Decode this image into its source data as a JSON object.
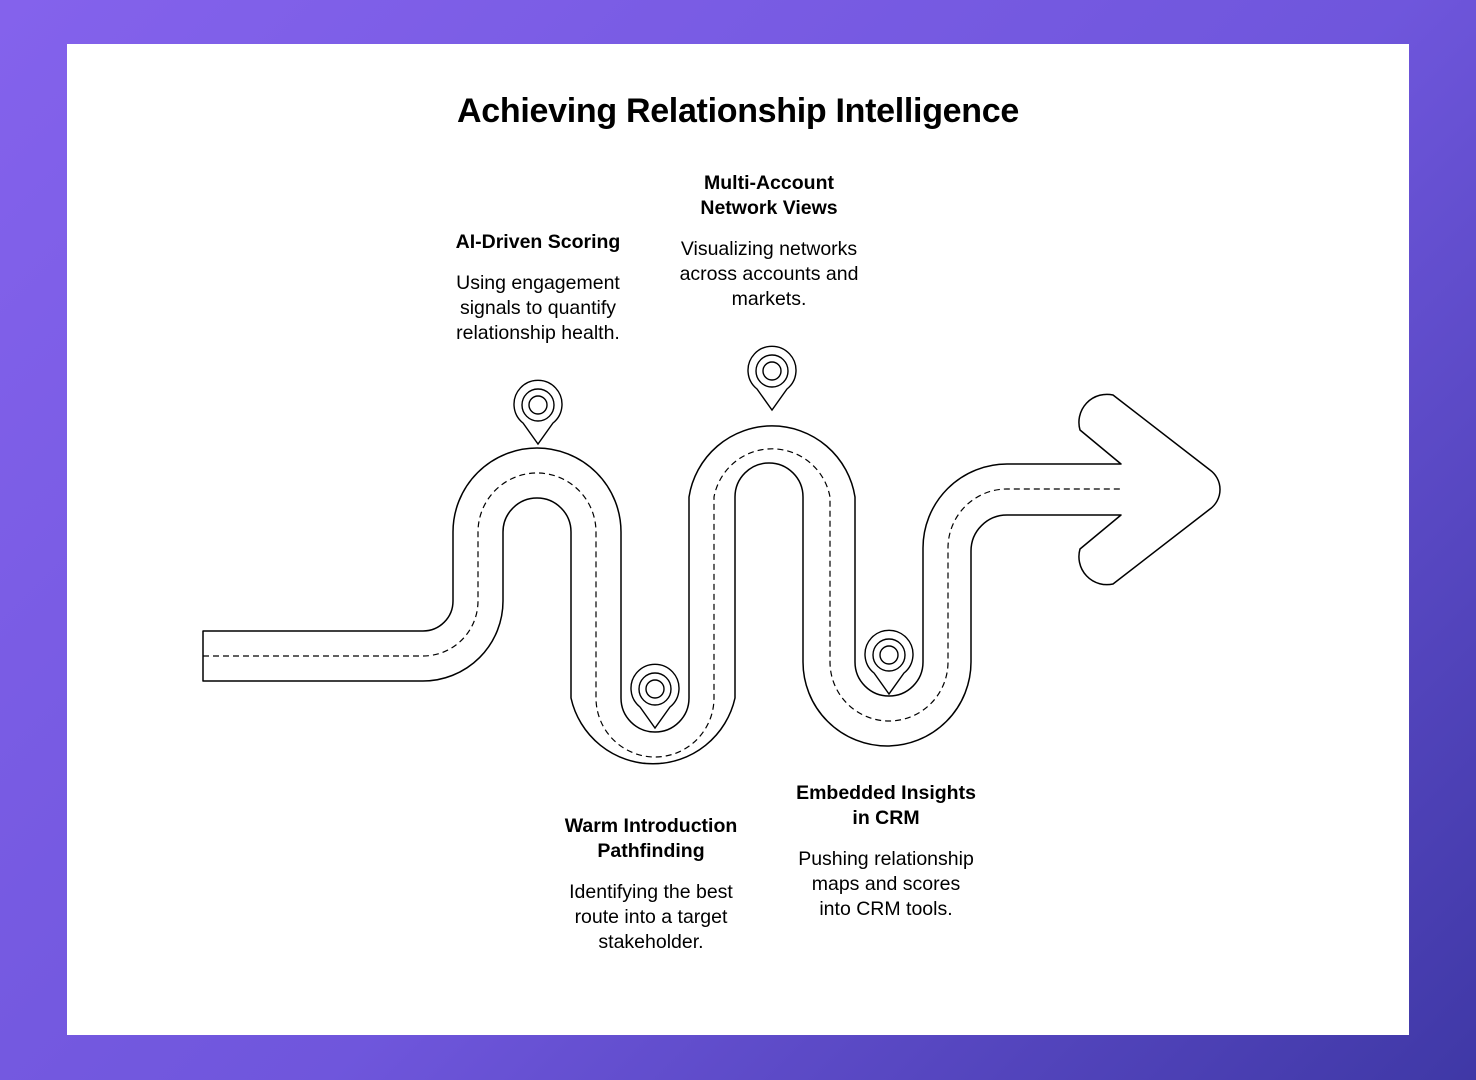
{
  "title": "Achieving Relationship Intelligence",
  "milestones": [
    {
      "title_lines": [
        "AI-Driven Scoring"
      ],
      "desc_lines": [
        "Using engagement",
        "signals to quantify",
        "relationship health."
      ]
    },
    {
      "title_lines": [
        "Warm Introduction",
        "Pathfinding"
      ],
      "desc_lines": [
        "Identifying the best",
        "route into a target",
        "stakeholder."
      ]
    },
    {
      "title_lines": [
        "Multi-Account",
        "Network Views"
      ],
      "desc_lines": [
        "Visualizing networks",
        "across accounts and",
        "markets."
      ]
    },
    {
      "title_lines": [
        "Embedded Insights",
        "in CRM"
      ],
      "desc_lines": [
        "Pushing relationship",
        "maps and scores",
        "into CRM tools."
      ]
    }
  ],
  "icons": [
    "location-pin-icon",
    "arrow-right-icon"
  ],
  "colors": {
    "background_start": "#8462ec",
    "background_end": "#3f38a6",
    "card": "#ffffff",
    "ink": "#000000"
  }
}
